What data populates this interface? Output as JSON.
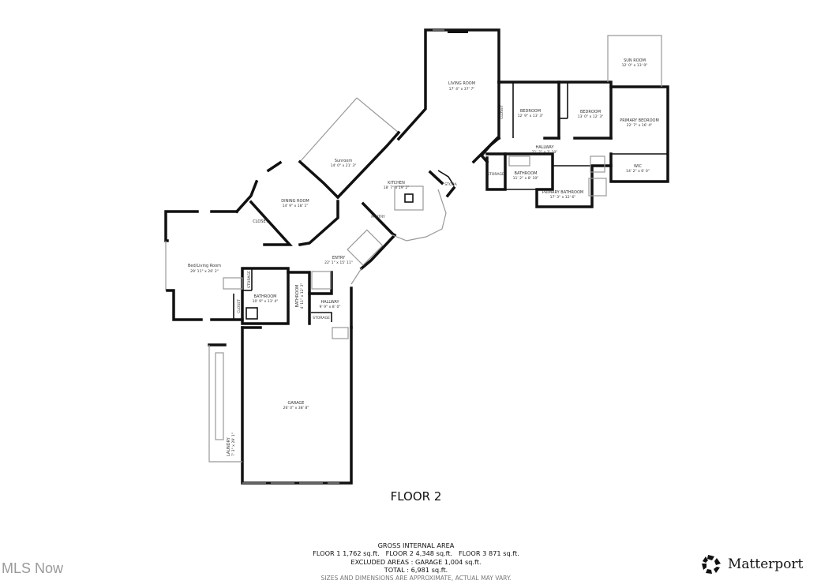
{
  "floor_title": "FLOOR 2",
  "rooms": {
    "living_room": {
      "name": "LIVING ROOM",
      "dims": "17' 4\" x 37' 7\""
    },
    "bedroom_1": {
      "name": "BEDROOM",
      "dims": "12' 9\" x 13' 3\""
    },
    "bedroom_2": {
      "name": "BEDROOM",
      "dims": "13' 0\" x 12' 3\""
    },
    "sun_room": {
      "name": "SUN ROOM",
      "dims": "12' 0\" x 13' 0\""
    },
    "primary_bedroom": {
      "name": "PRIMARY BEDROOM",
      "dims": "22' 7\" x 16' 4\""
    },
    "hallway_upper": {
      "name": "HALLWAY",
      "dims": "21' 2\" x 3' 10\""
    },
    "bathroom_upper": {
      "name": "BATHROOM",
      "dims": "11' 2\" x 8' 10\""
    },
    "primary_bathroom": {
      "name": "PRIMARY BATHROOM",
      "dims": "17' 3\" x 12' 6\""
    },
    "wic": {
      "name": "WIC",
      "dims": "14' 2\" x 6' 0\""
    },
    "storage_upper": {
      "name": "STORAGE"
    },
    "closet_upper": {
      "name": "CLOSET"
    },
    "sunroom": {
      "name": "Sunroom",
      "dims": "14' 0\" x 21' 3\""
    },
    "kitchen": {
      "name": "KITCHEN",
      "dims": "18' 7\" x 19' 2\""
    },
    "pantry": {
      "name": "PANTRY"
    },
    "kitchen_storage": {
      "name": "STORA"
    },
    "dining_room": {
      "name": "DINING ROOM",
      "dims": "14' 9\" x 18' 1\""
    },
    "closet_dining": {
      "name": "CLOSET"
    },
    "bed_living_room": {
      "name": "Bed/Living Room",
      "dims": "29' 11\" x 26' 2\""
    },
    "entry": {
      "name": "ENTRY",
      "dims": "22' 1\" x 15' 11\""
    },
    "storage_left": {
      "name": "STORAGE"
    },
    "bathroom_left": {
      "name": "BATHROOM",
      "dims": "10' 9\" x 13' 4\""
    },
    "bathroom_small": {
      "name": "BATHROOM",
      "dims": "4' 11\" x 12' 3\""
    },
    "closet_left": {
      "name": "CLOSET"
    },
    "hallway_lower": {
      "name": "HALLWAY",
      "dims": "9' 9\" x 8' 0\""
    },
    "storage_hall": {
      "name": "STORAGE"
    },
    "garage": {
      "name": "GARAGE",
      "dims": "26' 0\" x 38' 8\""
    },
    "laundry": {
      "name": "LAUNDRY",
      "dims": "7' 3\" x 29' 1\""
    }
  },
  "area_summary": {
    "heading": "GROSS INTERNAL AREA",
    "floors_line": "FLOOR 1 1,762 sq.ft.   FLOOR 2 4,348 sq.ft.   FLOOR 3 871 sq.ft.",
    "excluded_line": "EXCLUDED AREAS :  GARAGE 1,004 sq.ft.",
    "total_line": "TOTAL :  6,981 sq.ft.",
    "disclaimer": "SIZES AND DIMENSIONS ARE APPROXIMATE, ACTUAL MAY VARY."
  },
  "watermark": "MLS Now",
  "brand": {
    "name": "Matterport",
    "icon": "matterport-logo-icon"
  }
}
